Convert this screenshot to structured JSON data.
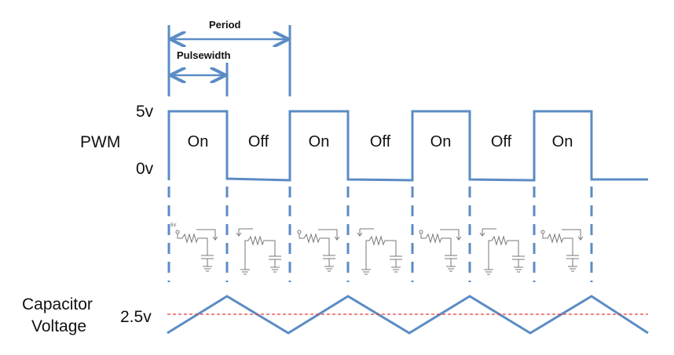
{
  "labels": {
    "period": "Period",
    "pulsewidth": "Pulsewidth",
    "high": "5v",
    "low": "0v",
    "pwm": "PWM",
    "capacitor_line1": "Capacitor",
    "capacitor_line2": "Voltage",
    "mid": "2.5v",
    "circuit_source": "5V"
  },
  "states": [
    "On",
    "Off",
    "On",
    "Off",
    "On",
    "Off",
    "On"
  ],
  "colors": {
    "wave": "#5b8cc4",
    "reference": "#e53a3a",
    "text": "#111111"
  }
}
